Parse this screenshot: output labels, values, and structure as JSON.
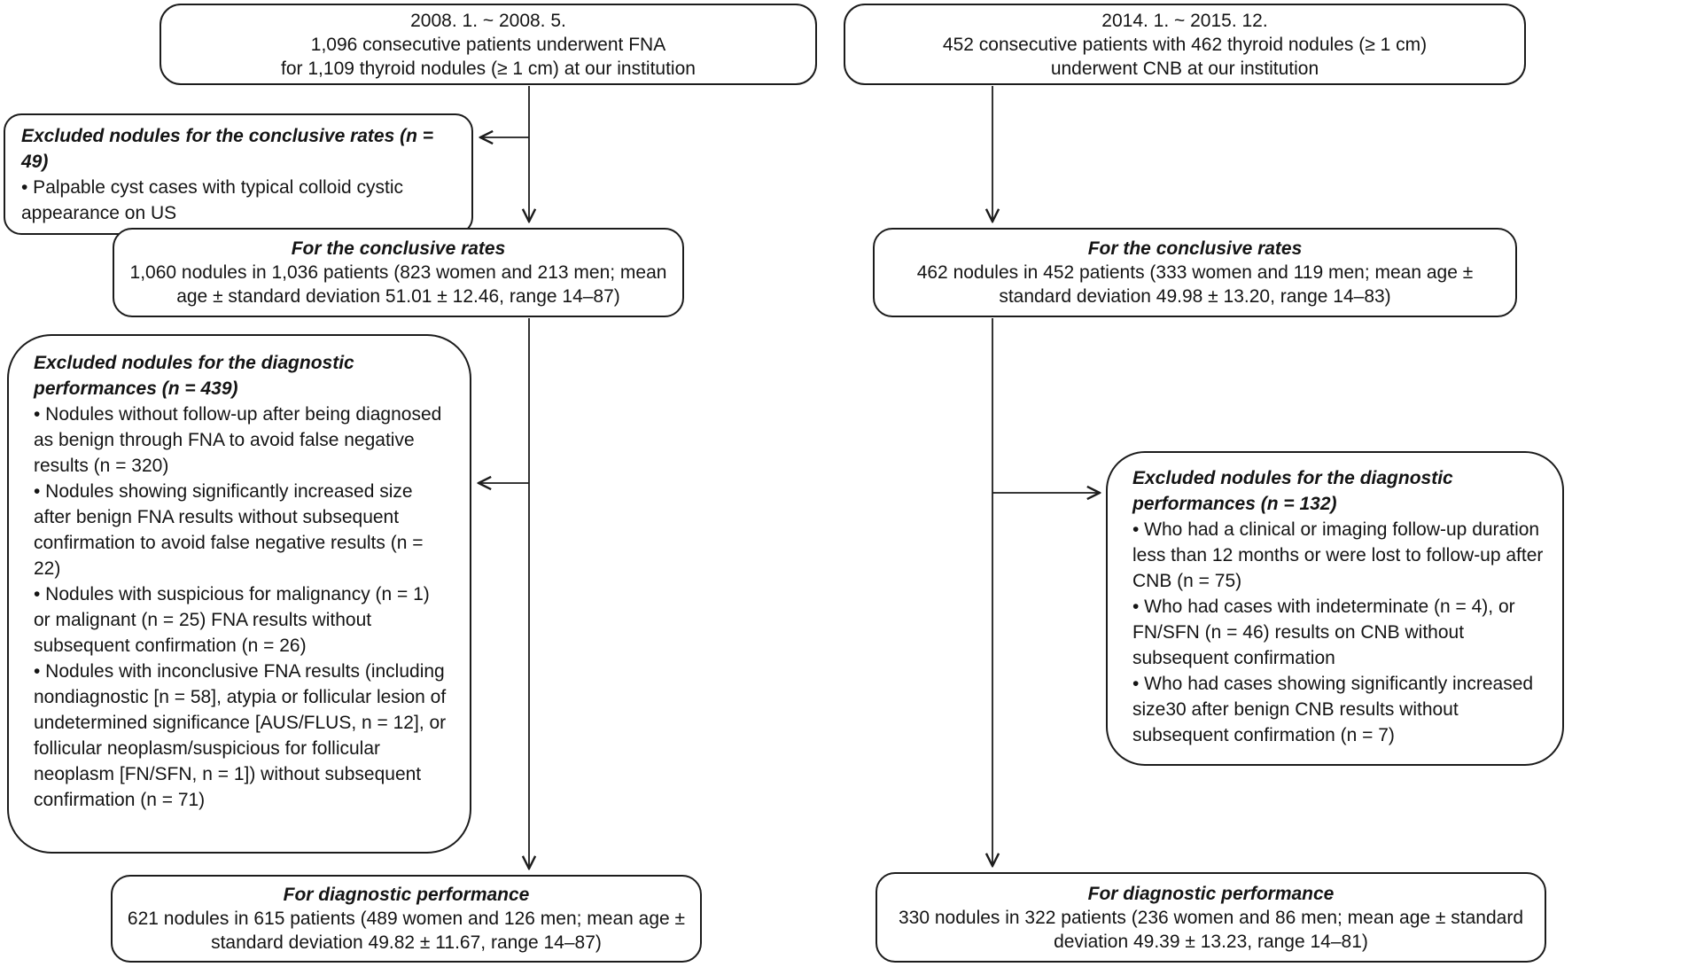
{
  "figure": {
    "background_color": "#ffffff",
    "line_color": "#1c1c1c",
    "text_color": "#141414"
  },
  "boxes": {
    "fna_initial": {
      "lines": [
        "2008. 1. ~ 2008. 5.",
        "1,096 consecutive patients underwent FNA",
        "for 1,109 thyroid nodules (≥ 1 cm) at our institution"
      ]
    },
    "cnb_initial": {
      "lines": [
        "2014. 1. ~ 2015. 12.",
        "452 consecutive patients with 462 thyroid nodules (≥ 1 cm)",
        "underwent CNB at our institution"
      ]
    },
    "fna_excluded_conclusive": {
      "title": "Excluded nodules for the conclusive rates (n = 49)",
      "bullets": [
        "• Palpable cyst cases with typical colloid cystic appearance on US"
      ]
    },
    "fna_conclusive": {
      "title": "For the conclusive rates",
      "body": "1,060 nodules in 1,036 patients (823 women and 213 men; mean age ± standard deviation 51.01 ± 12.46, range 14–87)"
    },
    "cnb_conclusive": {
      "title": "For the conclusive rates",
      "body": "462 nodules in 452 patients (333 women and 119 men; mean age ± standard deviation 49.98 ± 13.20, range 14–83)"
    },
    "fna_excluded_diagnostic": {
      "title": "Excluded nodules for the diagnostic performances (n = 439)",
      "bullets": [
        "• Nodules without follow-up after being diagnosed as benign through FNA to avoid false negative results (n = 320)",
        "• Nodules showing significantly increased size after benign FNA results without subsequent confirmation to avoid false negative results (n = 22)",
        "• Nodules with suspicious for malignancy (n = 1) or malignant (n = 25) FNA results without subsequent confirmation (n = 26)",
        "• Nodules with inconclusive FNA results (including nondiagnostic [n = 58], atypia or follicular lesion of undetermined significance [AUS/FLUS, n = 12], or follicular neoplasm/suspicious for follicular neoplasm [FN/SFN, n = 1]) without subsequent confirmation (n = 71)"
      ]
    },
    "cnb_excluded_diagnostic": {
      "title": "Excluded nodules for the diagnostic performances (n = 132)",
      "bullets": [
        "• Who had a clinical or imaging follow-up duration less than 12 months or were lost to follow-up after CNB (n = 75)",
        "• Who had cases with indeterminate (n = 4), or FN/SFN (n = 46) results on CNB without subsequent confirmation",
        "• Who had cases showing significantly increased size30 after benign CNB results without subsequent confirmation (n = 7)"
      ]
    },
    "fna_diagnostic": {
      "title": "For diagnostic performance",
      "body": "621 nodules in 615 patients (489 women and 126 men; mean age ± standard deviation 49.82 ± 11.67, range 14–87)"
    },
    "cnb_diagnostic": {
      "title": "For diagnostic performance",
      "body": "330 nodules in 322 patients (236 women and 86 men; mean age ± standard deviation 49.39 ± 13.23, range 14–81)"
    }
  }
}
